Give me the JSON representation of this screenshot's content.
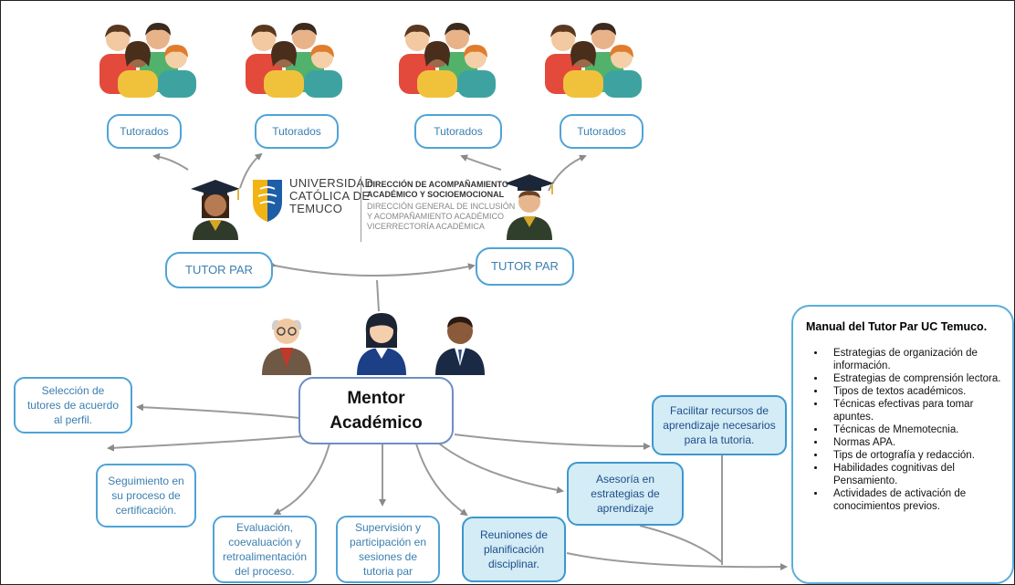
{
  "colors": {
    "accent": "#4fa3d6",
    "node_text": "#3b7fb0",
    "filled_bg": "#d3ecf5",
    "filled_text": "#1f4d8c",
    "arrow": "#8a8a8a",
    "logo_yellow": "#f2b315",
    "logo_blue": "#1d5ea8"
  },
  "tutorados": [
    "Tutorados",
    "Tutorados",
    "Tutorados",
    "Tutorados"
  ],
  "tutor_par": [
    "TUTOR PAR",
    "TUTOR PAR"
  ],
  "logo": {
    "university": "UNIVERSIDAD\nCATÓLICA DE\nTEMUCO",
    "direction_bold": "DIRECCIÓN DE ACOMPAÑAMIENTO\nACADÉMICO Y SOCIOEMOCIONAL",
    "direction_sub": "DIRECCIÓN GENERAL DE INCLUSIÓN\nY ACOMPAÑAMIENTO ACADÉMICO\nVICERRECTORÍA ACADÉMICA"
  },
  "mentor": "Mentor\nAcadémico",
  "functions": [
    "Selección de\ntutores de acuerdo\nal perfil.",
    "Seguimiento en\nsu proceso de\ncertificación.",
    "Evaluación,\ncoevaluación y\nretroalimentación\ndel proceso.",
    "Supervisión y\nparticipación en\nsesiones de\ntutoria par",
    "Reuniones de\nplanificación\ndisciplinar.",
    "Asesoría en\nestrategias de\naprendizaje",
    "Facilitar recursos de\naprendizaje necesarios\npara la tutoria."
  ],
  "manual": {
    "title": "Manual del Tutor Par UC Temuco.",
    "items": [
      "Estrategias de organización de información.",
      "Estrategias de comprensión lectora.",
      "Tipos de textos académicos.",
      "Técnicas efectivas para tomar apuntes.",
      "Técnicas de Mnemotecnia.",
      "Normas APA.",
      "Tips de ortografía y redacción.",
      "Habilidades cognitivas del Pensamiento.",
      "Actividades de activación de conocimientos previos."
    ]
  }
}
